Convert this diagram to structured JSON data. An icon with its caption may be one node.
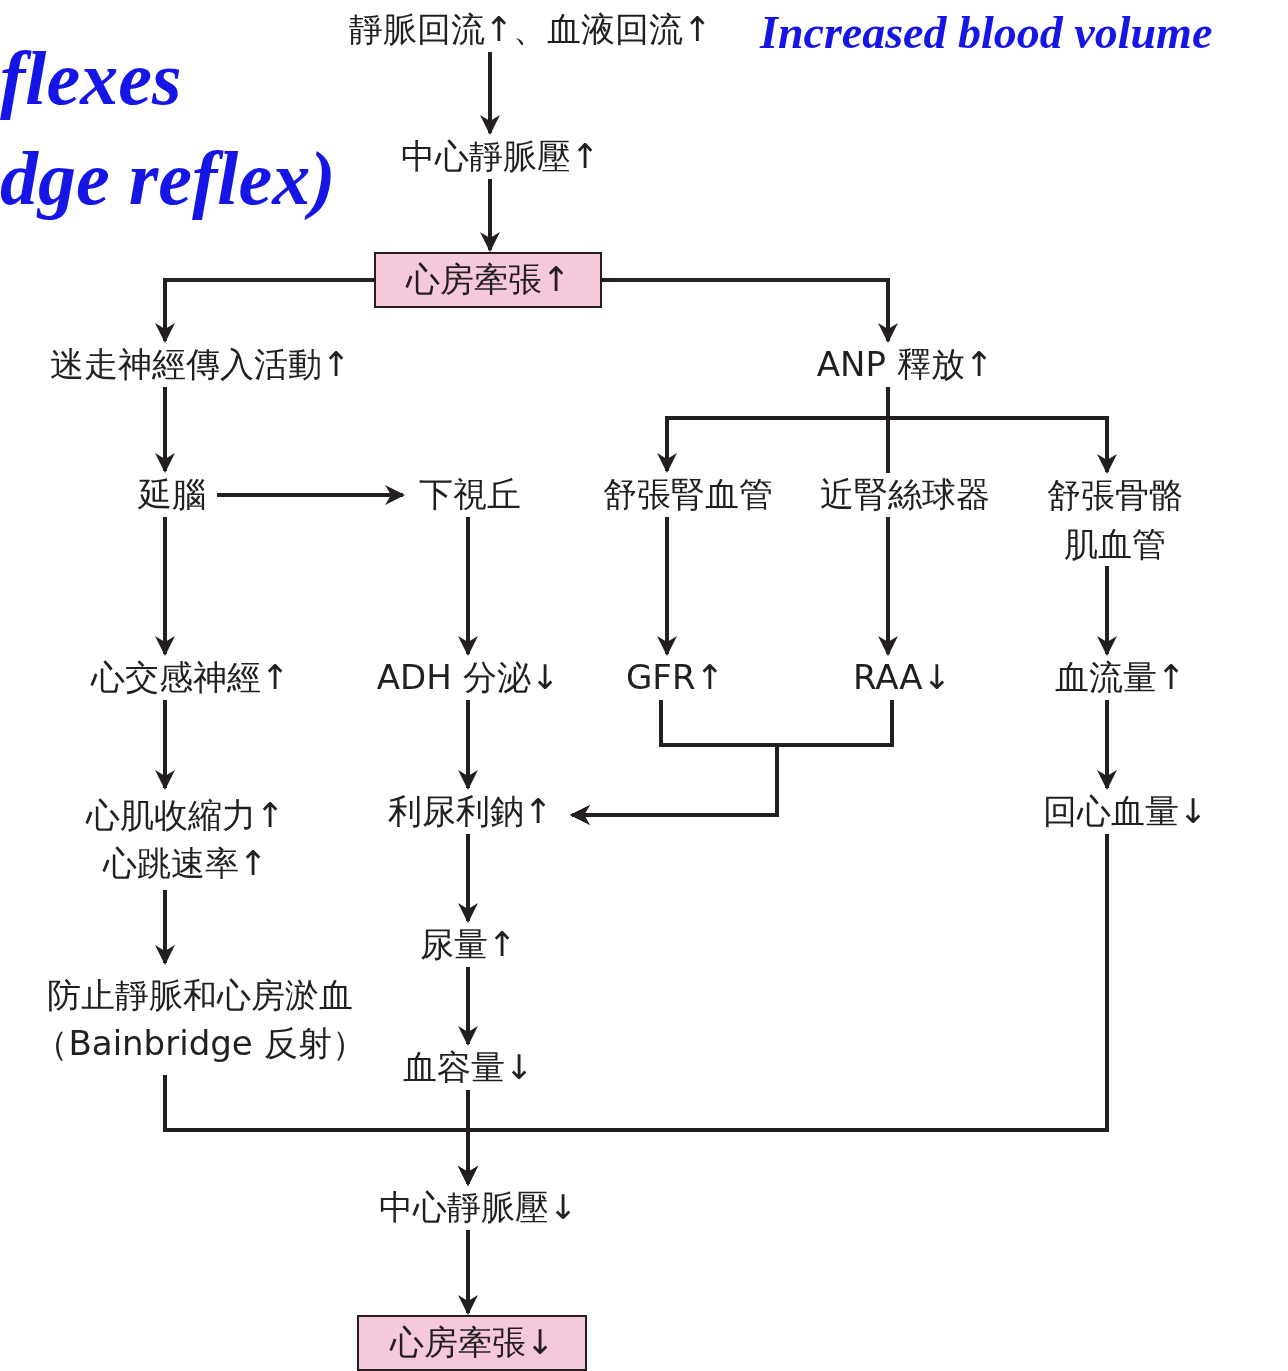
{
  "diagram": {
    "nodes": [
      {
        "text": [
          "靜脈回流↑、血液回流↑"
        ]
      },
      {
        "text": [
          "中心靜脈壓↑"
        ]
      },
      {
        "text": [
          "心房牽張↑"
        ]
      },
      {
        "text": [
          "迷走神經傳入活動↑"
        ]
      },
      {
        "text": [
          "ANP 釋放↑"
        ]
      },
      {
        "text": [
          "延腦"
        ]
      },
      {
        "text": [
          "下視丘"
        ]
      },
      {
        "text": [
          "舒張腎血管"
        ]
      },
      {
        "text": [
          "近腎絲球器"
        ]
      },
      {
        "text": [
          "舒張骨骼肌血管"
        ]
      },
      {
        "text": [
          "心交感神經↑"
        ]
      },
      {
        "text": [
          "ADH 分泌↓"
        ]
      },
      {
        "text": [
          "GFR↑"
        ]
      },
      {
        "text": [
          "RAA↓"
        ]
      },
      {
        "text": [
          "血流量↑"
        ]
      },
      {
        "text": [
          "心肌收縮力↑",
          "心跳速率↑"
        ]
      },
      {
        "text": [
          "利尿利鈉↑"
        ]
      },
      {
        "text": [
          "回心血量↓"
        ]
      },
      {
        "text": [
          "尿量↑"
        ]
      },
      {
        "text": [
          "防止靜脈和心房淤血",
          "（Bainbridge 反射）"
        ]
      },
      {
        "text": [
          "血容量↓"
        ]
      },
      {
        "text": [
          "中心靜脈壓↓"
        ]
      },
      {
        "text": [
          "心房牽張↓"
        ]
      }
    ],
    "edges": [
      {
        "from": 0,
        "to": 1,
        "arrow": "to"
      },
      {
        "from": 1,
        "to": 2,
        "arrow": "to"
      },
      {
        "from": 2,
        "to": 3,
        "arrow": "to"
      },
      {
        "from": 2,
        "to": 4,
        "arrow": "to"
      },
      {
        "from": 3,
        "to": 5,
        "arrow": "to"
      },
      {
        "from": 5,
        "to": 6,
        "arrow": "to"
      },
      {
        "from": 4,
        "to": 7,
        "arrow": "to"
      },
      {
        "from": 4,
        "to": 8,
        "arrow": "none"
      },
      {
        "from": 4,
        "to": 9,
        "arrow": "to"
      },
      {
        "from": 6,
        "to": 11,
        "arrow": "to"
      },
      {
        "from": 5,
        "to": 10,
        "arrow": "to"
      },
      {
        "from": 7,
        "to": 12,
        "arrow": "to"
      },
      {
        "from": 8,
        "to": 13,
        "arrow": "to"
      },
      {
        "from": 9,
        "to": 14,
        "arrow": "to"
      },
      {
        "from": 10,
        "to": 15,
        "arrow": "to"
      },
      {
        "from": 11,
        "to": 16,
        "arrow": "to"
      },
      {
        "from": 12,
        "to": 16,
        "arrow": "to"
      },
      {
        "from": 13,
        "to": 16,
        "arrow": "to"
      },
      {
        "from": 14,
        "to": 17,
        "arrow": "to"
      },
      {
        "from": 16,
        "to": 18,
        "arrow": "to"
      },
      {
        "from": 18,
        "to": 20,
        "arrow": "to"
      },
      {
        "from": 15,
        "to": 19,
        "arrow": "to"
      },
      {
        "from": 19,
        "to": 21,
        "arrow": "to"
      },
      {
        "from": 20,
        "to": 21,
        "arrow": "to"
      },
      {
        "from": 17,
        "to": 21,
        "arrow": "to"
      },
      {
        "from": 21,
        "to": 22,
        "arrow": "to"
      }
    ],
    "labels": [
      "flexes",
      "dge reflex)",
      "Increased blood volume"
    ]
  }
}
